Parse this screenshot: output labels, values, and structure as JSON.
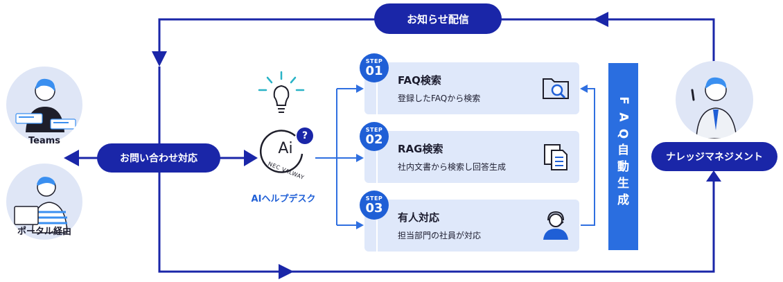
{
  "top_banner": "お知らせ配信",
  "center_pill": "お問い合わせ対応",
  "knowledge_pill": "ナレッジマネジメント",
  "channels": [
    {
      "label": "Teams"
    },
    {
      "label": "ポータル経由"
    }
  ],
  "ai": {
    "logo_text": "Ai",
    "ring_text": "NEC VALWAY",
    "badge": "?",
    "label": "AIヘルプデスク"
  },
  "steps": [
    {
      "step_label": "STEP",
      "num": "01",
      "title": "FAQ検索",
      "desc": "登録したFAQから検索",
      "icon": "folder-search-icon"
    },
    {
      "step_label": "STEP",
      "num": "02",
      "title": "RAG検索",
      "desc": "社内文書から検索し回答生成",
      "icon": "documents-icon"
    },
    {
      "step_label": "STEP",
      "num": "03",
      "title": "有人対応",
      "desc": "担当部門の社員が対応",
      "icon": "operator-icon"
    }
  ],
  "faq_auto": [
    "F",
    "A",
    "Q",
    "自",
    "動",
    "生",
    "成"
  ],
  "colors": {
    "navy": "#1a26a8",
    "blue": "#1f5fd6",
    "panel": "#dfe8fa",
    "bar": "#2a6ee0",
    "circle_bg": "#dfe6f6"
  }
}
